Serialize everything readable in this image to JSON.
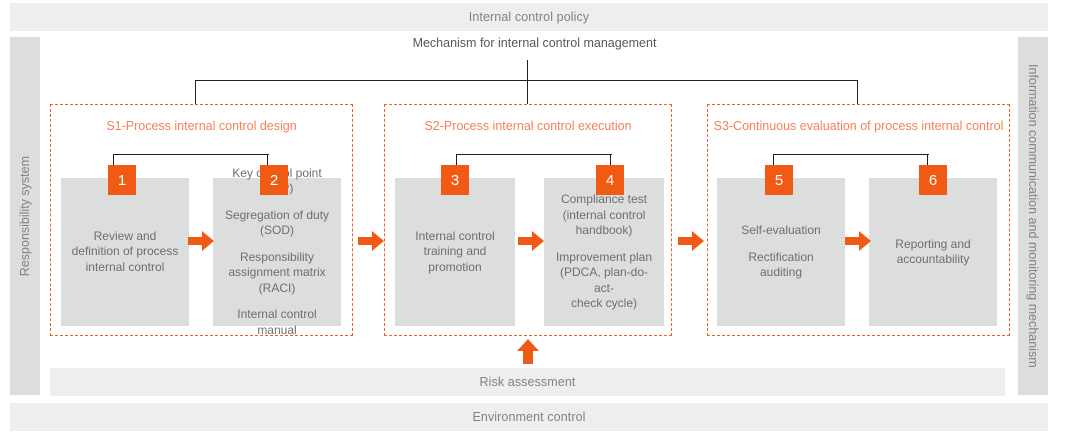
{
  "bands": {
    "policy": "Internal control policy",
    "risk": "Risk assessment",
    "environment": "Environment control",
    "left_vertical": "Responsibility system",
    "right_vertical": "Information communication and monitoring mechanism"
  },
  "mechanism_label": "Mechanism for internal control management",
  "stages": [
    {
      "title": "S1-Process internal control design"
    },
    {
      "title": "S2-Process internal control execution"
    },
    {
      "title": "S3-Continuous evaluation of process internal control"
    }
  ],
  "cards": [
    {
      "badge": "1",
      "lines": [
        "Review and\ndefinition of process\ninternal control"
      ]
    },
    {
      "badge": "2",
      "lines": [
        "Key control point (KCP)",
        "Segregation of duty\n(SOD)",
        "Responsibility\nassignment matrix\n(RACI)",
        "Internal control manual"
      ]
    },
    {
      "badge": "3",
      "lines": [
        "Internal control\ntraining and\npromotion"
      ]
    },
    {
      "badge": "4",
      "lines": [
        "Compliance test\n(internal control\nhandbook)",
        "Improvement plan\n(PDCA, plan-do-act-\ncheck cycle)"
      ]
    },
    {
      "badge": "5",
      "lines": [
        "Self-evaluation",
        "Rectification\nauditing"
      ]
    },
    {
      "badge": "6",
      "lines": [
        "Reporting and\naccountability"
      ]
    }
  ],
  "colors": {
    "accent_orange": "#f05a14",
    "stage_border": "#e8622c",
    "stage_title": "#f5815a",
    "band_gray": "#eeeeee",
    "card_gray": "#dcdddd",
    "text_gray": "#6d6e71",
    "connector": "#231f20"
  }
}
